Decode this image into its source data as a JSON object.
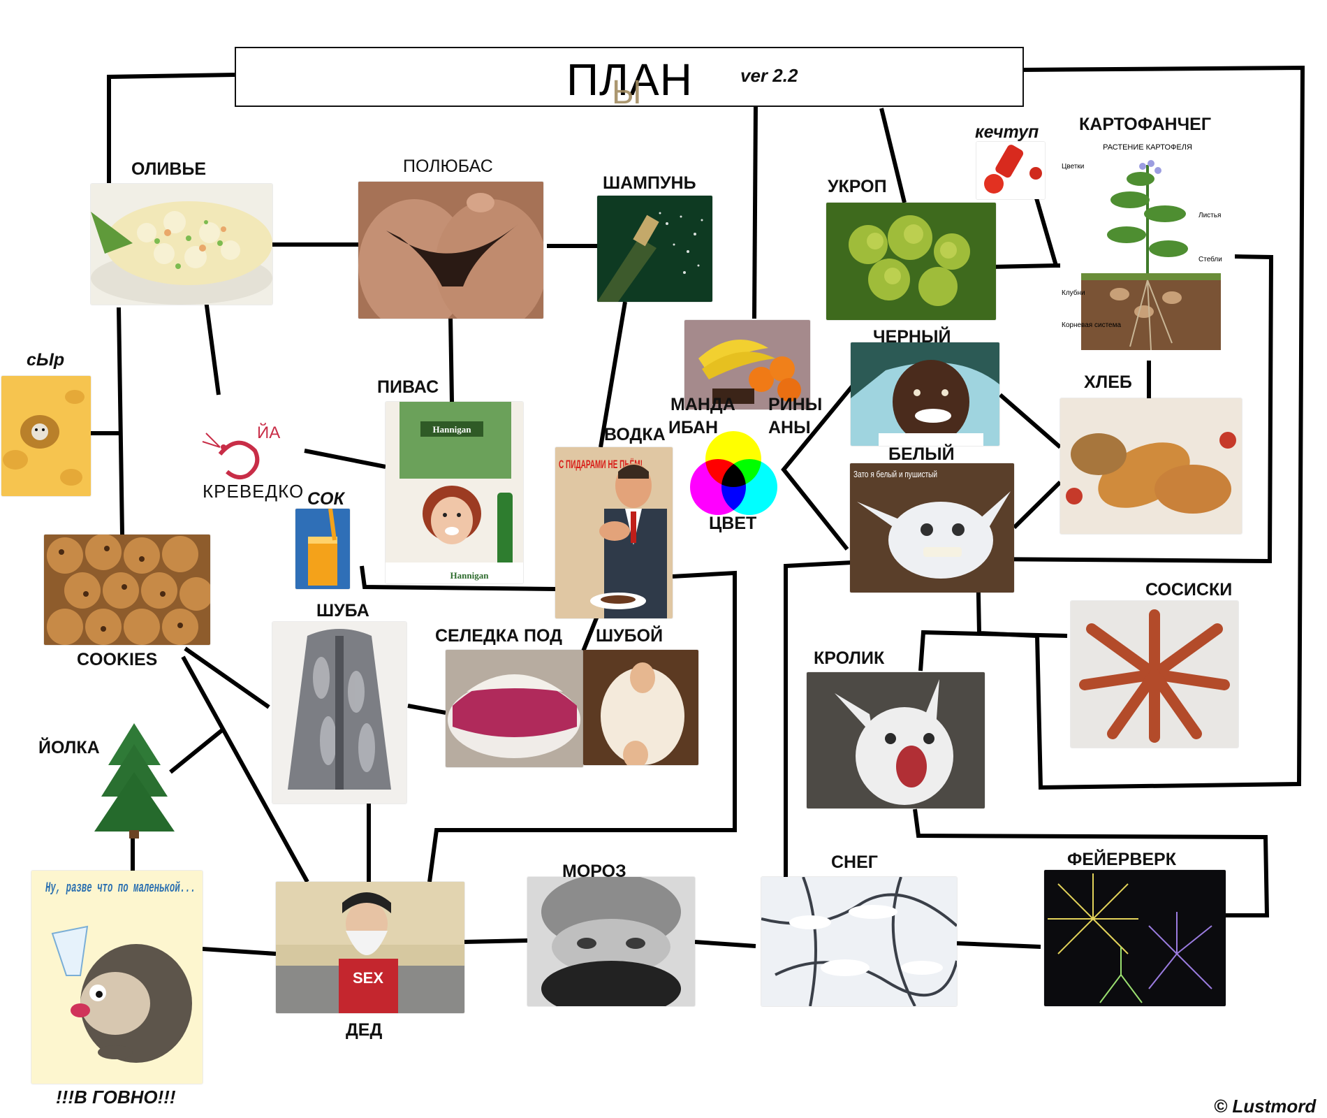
{
  "title": {
    "main": "ПЛАН",
    "overlay": "Ы",
    "version": "ver 2.2"
  },
  "colors": {
    "line": "#000000",
    "title_overlay": "#a28c61",
    "background": "#ffffff"
  },
  "labels": {
    "olivie": "ОЛИВЬЕ",
    "polyubas": "ПОЛЮБАС",
    "shampun": "ШАМПУНЬ",
    "ketchup": "кечтуп",
    "ukrop": "УКРОП",
    "kartofancheg": "КАРТОФАНЧЕГ",
    "syr": "сЫр",
    "pivas": "ПИВАС",
    "vodka": "ВОДКА",
    "manda": "МАНДА",
    "riny": "РИНЫ",
    "iban": "ИБАН",
    "any": "АНЫ",
    "cvet": "ЦВЕТ",
    "cherny": "ЧЕРНЫЙ",
    "bely": "БЕЛЫЙ",
    "hleb": "ХЛЕБ",
    "ya": "ЙА",
    "krevedko": "КРЕВЕДКО",
    "sok": "СОК",
    "cookies": "COOKIES",
    "shuba": "ШУБА",
    "seledka": "СЕЛЕДКА ПОД",
    "shuboy": "ШУБОЙ",
    "sosiski": "СОСИСКИ",
    "krolik": "КРОЛИК",
    "yolka": "ЙОЛКА",
    "moroz": "МОРОЗ",
    "sneg": "СНЕГ",
    "feierverk": "ФЕЙЕРВЕРК",
    "ded": "ДЕД",
    "v_govno": "!!!В ГОВНО!!!",
    "copyright": "© Lustmord"
  },
  "image_text": {
    "potato_title": "РАСТЕНИЕ КАРТОФЕЛЯ",
    "potato_flowers": "Цветки",
    "potato_leaves": "Листья",
    "potato_stems": "Стебли",
    "potato_tubers": "Клубни",
    "potato_roots": "Корневая система",
    "beer_brand": "Hannigan",
    "vodka_poster": "С ПИДАРАМИ НЕ ПЬЁМ!",
    "white_caption": "Зато я белый и пушистый",
    "ded_shirt": "SEX",
    "hedgehog_text": "Ну, разве что по маленькой..."
  },
  "icons": [
    "olivier-photo",
    "lingerie-photo",
    "champagne-photo",
    "dill-photo",
    "ketchup-photo",
    "potato-plant-diagram",
    "cheese-photo",
    "beer-photo",
    "shrimp-icon",
    "juice-photo",
    "vodka-poster",
    "fruit-photo",
    "color-wheel-icon",
    "black-man-photo",
    "white-creature-photo",
    "bread-photo",
    "cookies-photo",
    "fur-coat-photo",
    "herring-salad-photo",
    "woman-fur-photo",
    "sausages-photo",
    "rabbit-photo",
    "fir-tree-icon",
    "hedgehog-card",
    "santa-photo",
    "frost-photo",
    "snow-photo",
    "fireworks-photo"
  ]
}
